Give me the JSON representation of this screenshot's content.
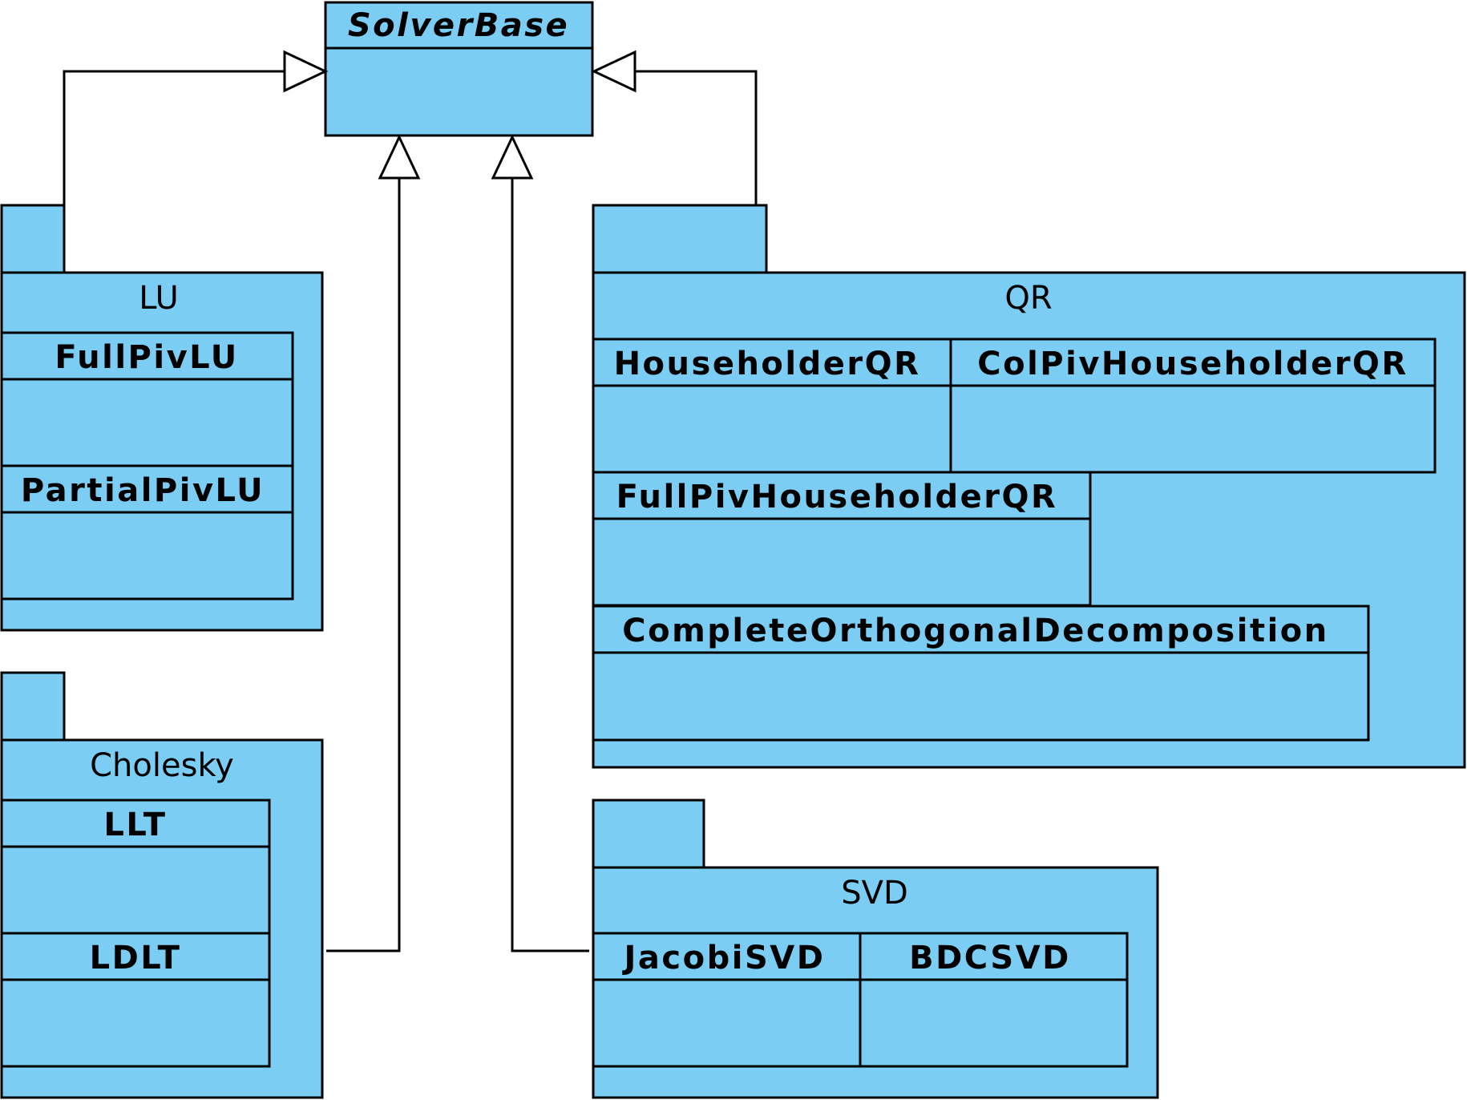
{
  "colors": {
    "fill": "#7bcdf3",
    "stroke": "#000000",
    "arrowhead_fill": "#ffffff"
  },
  "base_class": {
    "name": "SolverBase",
    "abstract": true
  },
  "packages": {
    "lu": {
      "name": "LU",
      "classes": [
        "FullPivLU",
        "PartialPivLU"
      ]
    },
    "cholesky": {
      "name": "Cholesky",
      "classes": [
        "LLT",
        "LDLT"
      ]
    },
    "qr": {
      "name": "QR",
      "classes": [
        "HouseholderQR",
        "ColPivHouseholderQR",
        "FullPivHouseholderQR",
        "CompleteOrthogonalDecomposition"
      ]
    },
    "svd": {
      "name": "SVD",
      "classes": [
        "JacobiSVD",
        "BDCSVD"
      ]
    }
  },
  "relations": [
    {
      "from": "LU",
      "to": "SolverBase",
      "type": "generalization"
    },
    {
      "from": "QR",
      "to": "SolverBase",
      "type": "generalization"
    },
    {
      "from": "Cholesky",
      "to": "SolverBase",
      "type": "generalization"
    },
    {
      "from": "SVD",
      "to": "SolverBase",
      "type": "generalization"
    }
  ]
}
